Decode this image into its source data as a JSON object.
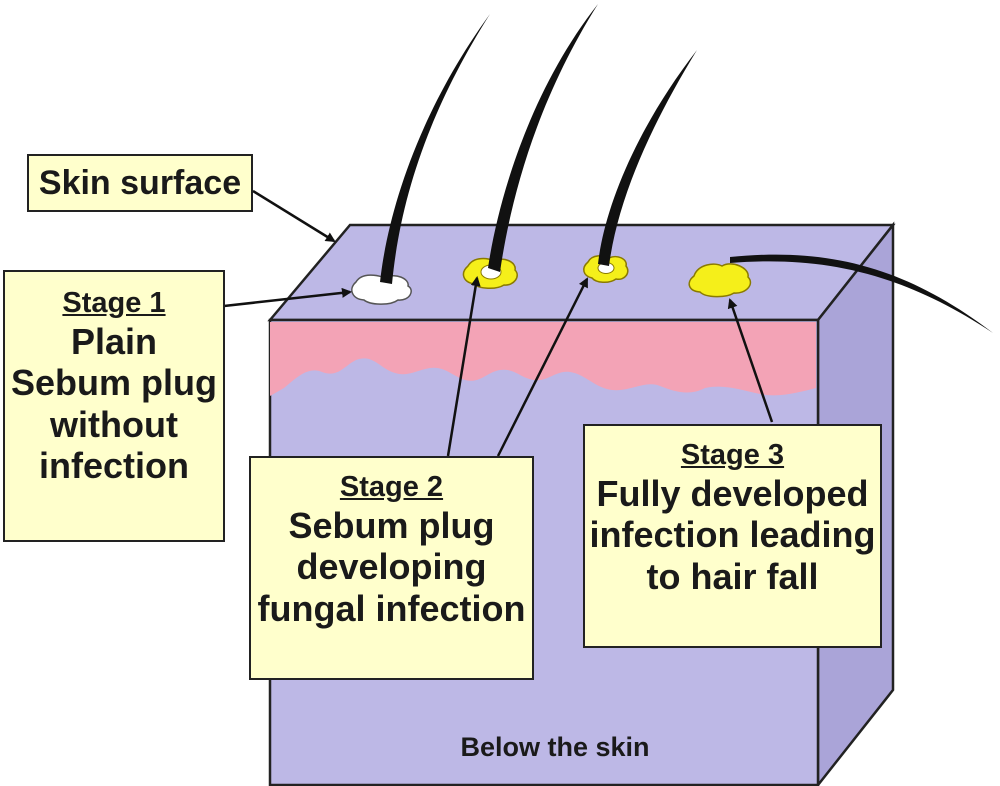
{
  "colors": {
    "skin_block": "#bdb8e6",
    "skin_side": "#aaa4d8",
    "dermis_band": "#f3a3b6",
    "label_fill": "#ffffcc",
    "plug_plain": "#ffffff",
    "plug_infected": "#f5ef1a",
    "hair": "#111111"
  },
  "labels": {
    "skin_surface": "Skin surface",
    "below_skin": "Below the skin"
  },
  "stages": [
    {
      "title": "Stage 1",
      "lines": [
        "Plain",
        "Sebum plug",
        "without",
        "infection"
      ]
    },
    {
      "title": "Stage 2",
      "lines": [
        "Sebum plug",
        "developing",
        "fungal infection"
      ]
    },
    {
      "title": "Stage 3",
      "lines": [
        "Fully developed",
        "infection leading",
        "to hair fall"
      ]
    }
  ]
}
